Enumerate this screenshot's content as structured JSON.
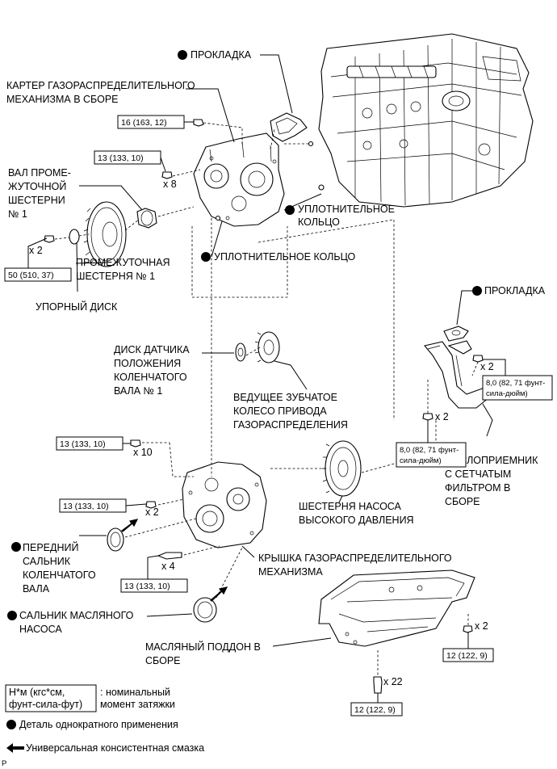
{
  "labels": {
    "gasket_top": "ПРОКЛАДКА",
    "timing_case_1": "КАРТЕР ГАЗОРАСПРЕДЕЛИТЕЛЬНОГО",
    "timing_case_2": "МЕХАНИЗМА В СБОРЕ",
    "idler_shaft_1": "ВАЛ ПРОМЕ-",
    "idler_shaft_2": "ЖУТОЧНОЙ",
    "idler_shaft_3": "ШЕСТЕРНИ",
    "idler_shaft_4": "№ 1",
    "oring_right_1": "УПЛОТНИТЕЛЬНОЕ",
    "oring_right_2": "КОЛЬЦО",
    "oring_mid": "УПЛОТНИТЕЛЬНОЕ КОЛЬЦО",
    "idler_gear_1": "ПРОМЕЖУТОЧНАЯ",
    "idler_gear_2": "ШЕСТЕРНЯ № 1",
    "thrust_plate": "УПОРНЫЙ ДИСК",
    "gasket_right": "ПРОКЛАДКА",
    "crank_plate_1": "ДИСК ДАТЧИКА",
    "crank_plate_2": "ПОЛОЖЕНИЯ",
    "crank_plate_3": "КОЛЕНЧАТОГО",
    "crank_plate_4": "ВАЛА № 1",
    "drive_gear_1": "ВЕДУЩЕЕ ЗУБЧАТОЕ",
    "drive_gear_2": "КОЛЕСО ПРИВОДА",
    "drive_gear_3": "ГАЗОРАСПРЕДЕЛЕНИЯ",
    "strainer_1": "МАСЛОПРИЕМНИК",
    "strainer_2": "С СЕТЧАТЫМ",
    "strainer_3": "ФИЛЬТРОМ В",
    "strainer_4": "СБОРЕ",
    "pump_gear_1": "ШЕСТЕРНЯ НАСОСА",
    "pump_gear_2": "ВЫСОКОГО ДАВЛЕНИЯ",
    "front_seal_1": "ПЕРЕДНИЙ",
    "front_seal_2": "САЛЬНИК",
    "front_seal_3": "КОЛЕНЧАТОГО",
    "front_seal_4": "ВАЛА",
    "timing_cover_1": "КРЫШКА ГАЗОРАСПРЕДЕЛИТЕЛЬНОГО",
    "timing_cover_2": "МЕХАНИЗМА",
    "oil_pump_seal_1": "САЛЬНИК МАСЛЯНОГО",
    "oil_pump_seal_2": "НАСОСА",
    "oil_pan_1": "МАСЛЯНЫЙ ПОДДОН В",
    "oil_pan_2": "СБОРЕ"
  },
  "torques": {
    "t1": "16 (163, 12)",
    "t2": "13 (133, 10)",
    "t3": "50 (510, 37)",
    "t4a": "8,0 (82, 71 фунт-",
    "t4b": "сила-дюйм)",
    "t5a": "8,0 (82, 71 фунт-",
    "t5b": "сила-дюйм)",
    "t6": "13 (133, 10)",
    "t7": "13 (133, 10)",
    "t8": "13 (133, 10)",
    "t9": "12 (122, 9)",
    "t10": "12 (122, 9)"
  },
  "quantities": {
    "q1": "x 8",
    "q2": "x 2",
    "q3": "x 2",
    "q4": "x 2",
    "q5": "x 10",
    "q6": "x 2",
    "q7": "x 4",
    "q8": "x 2",
    "q9": "x 22"
  },
  "legend": {
    "torque_box_1": "Н*м (кгс*см,",
    "torque_box_2": "фунт-сила-фут)",
    "torque_desc_1": ": номинальный",
    "torque_desc_2": "момент затяжки",
    "non_reusable": "Деталь однократного применения",
    "grease": "Универсальная консистентная смазка"
  },
  "corner_mark": "P"
}
